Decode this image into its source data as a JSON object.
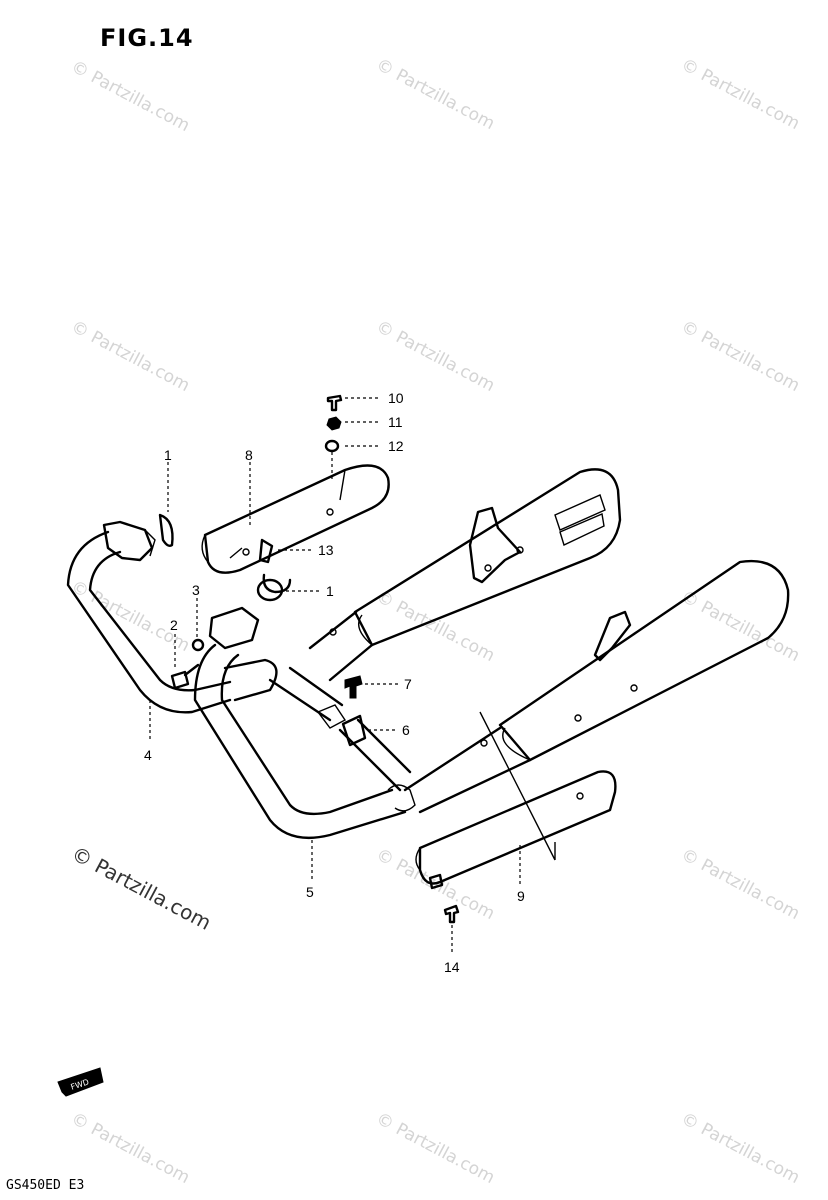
{
  "figure": {
    "title": "FIG.14",
    "model_code": "GS450ED E3"
  },
  "watermark": {
    "text": "© Partzilla.com"
  },
  "callouts": [
    {
      "id": "10",
      "label": "10"
    },
    {
      "id": "11",
      "label": "11"
    },
    {
      "id": "12",
      "label": "12"
    },
    {
      "id": "1a",
      "label": "1"
    },
    {
      "id": "8",
      "label": "8"
    },
    {
      "id": "13",
      "label": "13"
    },
    {
      "id": "1b",
      "label": "1"
    },
    {
      "id": "3",
      "label": "3"
    },
    {
      "id": "2",
      "label": "2"
    },
    {
      "id": "4",
      "label": "4"
    },
    {
      "id": "7",
      "label": "7"
    },
    {
      "id": "6",
      "label": "6"
    },
    {
      "id": "5",
      "label": "5"
    },
    {
      "id": "9",
      "label": "9"
    },
    {
      "id": "14",
      "label": "14"
    }
  ],
  "forward_arrow": {
    "label": "FWD"
  }
}
